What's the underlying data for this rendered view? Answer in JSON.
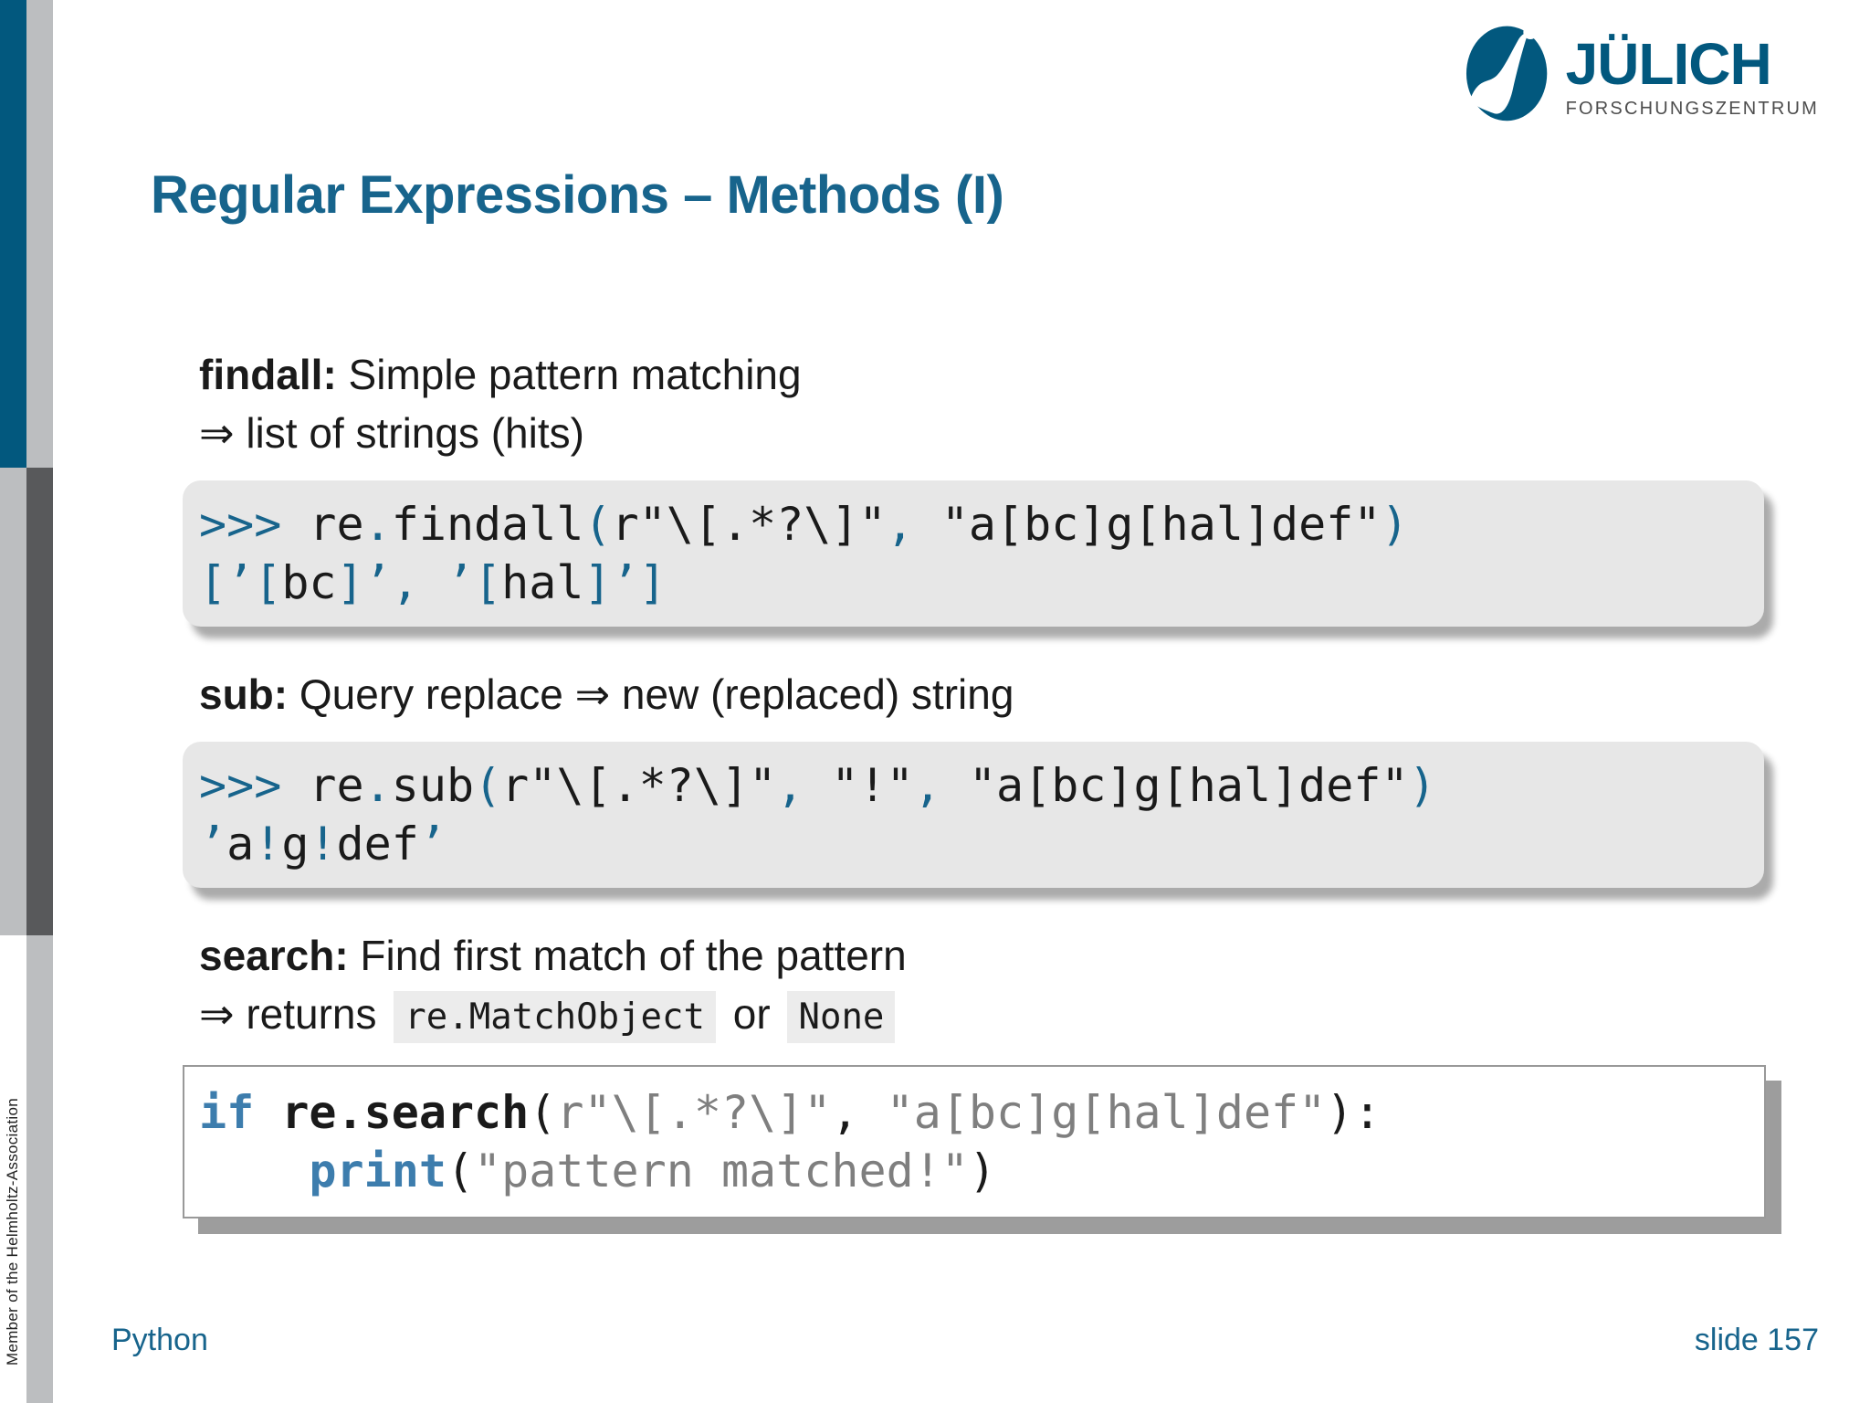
{
  "title": "Regular Expressions – Methods (I)",
  "logo": {
    "name": "JÜLICH",
    "subtitle": "FORSCHUNGSZENTRUM"
  },
  "sidebar": {
    "vertical_text": "Member of the Helmholtz-Association"
  },
  "footer": {
    "left": "Python",
    "right": "slide 157"
  },
  "colors": {
    "brand_teal": "#02587e",
    "accent": "#17648c",
    "keyword_blue": "#3d7dad",
    "string_gray": "#7f7f7f",
    "codebox_bg": "#e7e7e7",
    "sidebar_light": "#bcbec0",
    "sidebar_dark": "#58595b"
  },
  "sections": [
    {
      "heading": [
        [
          {
            "t": "findall:",
            "c": "strong"
          },
          {
            "t": " Simple pattern matching",
            "c": "plain"
          }
        ],
        [
          {
            "t": "⇒ list of strings (hits)",
            "c": "plain"
          }
        ]
      ],
      "code_style": "rounded",
      "code": [
        [
          {
            "t": ">>> ",
            "c": "p"
          },
          {
            "t": "re",
            "c": "d"
          },
          {
            "t": ".",
            "c": "p"
          },
          {
            "t": "findall",
            "c": "d"
          },
          {
            "t": "(",
            "c": "p"
          },
          {
            "t": "r\"\\[.*?\\]\"",
            "c": "d"
          },
          {
            "t": ",",
            "c": "p"
          },
          {
            "t": " \"a[bc]g[hal]def\"",
            "c": "d"
          },
          {
            "t": ")",
            "c": "p"
          }
        ],
        [
          {
            "t": "[’[",
            "c": "p"
          },
          {
            "t": "bc",
            "c": "d"
          },
          {
            "t": "]’, ’[",
            "c": "p"
          },
          {
            "t": "hal",
            "c": "d"
          },
          {
            "t": "]’]",
            "c": "p"
          }
        ]
      ]
    },
    {
      "heading": [
        [
          {
            "t": "sub:",
            "c": "strong"
          },
          {
            "t": " Query replace ⇒ new (replaced) string",
            "c": "plain"
          }
        ]
      ],
      "code_style": "rounded",
      "code": [
        [
          {
            "t": ">>> ",
            "c": "p"
          },
          {
            "t": "re",
            "c": "d"
          },
          {
            "t": ".",
            "c": "p"
          },
          {
            "t": "sub",
            "c": "d"
          },
          {
            "t": "(",
            "c": "p"
          },
          {
            "t": "r\"\\[.*?\\]\"",
            "c": "d"
          },
          {
            "t": ",",
            "c": "p"
          },
          {
            "t": " \"!\"",
            "c": "d"
          },
          {
            "t": ",",
            "c": "p"
          },
          {
            "t": " \"a[bc]g[hal]def\"",
            "c": "d"
          },
          {
            "t": ")",
            "c": "p"
          }
        ],
        [
          {
            "t": "’",
            "c": "p"
          },
          {
            "t": "a",
            "c": "d"
          },
          {
            "t": "!",
            "c": "p"
          },
          {
            "t": "g",
            "c": "d"
          },
          {
            "t": "!",
            "c": "p"
          },
          {
            "t": "def",
            "c": "d"
          },
          {
            "t": "’",
            "c": "p"
          }
        ]
      ]
    },
    {
      "heading": [
        [
          {
            "t": "search:",
            "c": "strong"
          },
          {
            "t": " Find first match of the pattern",
            "c": "plain"
          }
        ],
        [
          {
            "t": "⇒ returns ",
            "c": "plain"
          },
          {
            "t": "re.MatchObject",
            "c": "icode"
          },
          {
            "t": " or ",
            "c": "plain"
          },
          {
            "t": "None",
            "c": "icode"
          }
        ]
      ],
      "code_style": "boxed",
      "code": [
        [
          {
            "t": "if",
            "c": "k"
          },
          {
            "t": " ",
            "c": "d"
          },
          {
            "t": "re.search",
            "c": "b"
          },
          {
            "t": "(",
            "c": "d"
          },
          {
            "t": "r\"\\[.*?\\]\"",
            "c": "s"
          },
          {
            "t": ", ",
            "c": "d"
          },
          {
            "t": "\"a[bc]g[hal]def\"",
            "c": "s"
          },
          {
            "t": "):",
            "c": "d"
          }
        ],
        [
          {
            "t": "    ",
            "c": "d"
          },
          {
            "t": "print",
            "c": "k"
          },
          {
            "t": "(",
            "c": "d"
          },
          {
            "t": "\"pattern matched!\"",
            "c": "s"
          },
          {
            "t": ")",
            "c": "d"
          }
        ]
      ]
    }
  ]
}
